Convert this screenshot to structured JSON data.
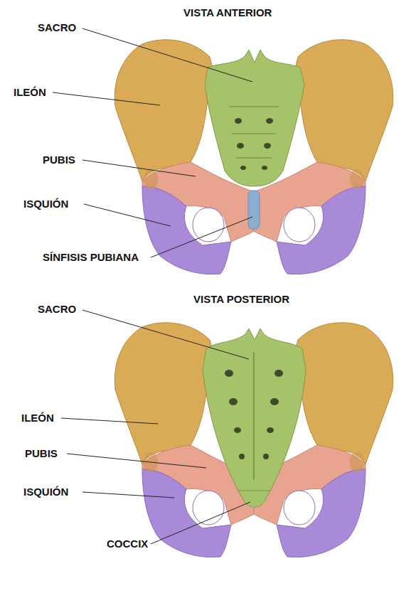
{
  "diagram": {
    "labels": [
      "VISTA ANTERIOR",
      "SACRO",
      "ILEÓN",
      "PUBIS",
      "ISQUIÓN",
      "SÍNFISIS PUBIANA",
      "VISTA POSTERIOR",
      "SACRO",
      "ILEÓN",
      "PUBIS",
      "ISQUIÓN",
      "COCCIX"
    ]
  }
}
